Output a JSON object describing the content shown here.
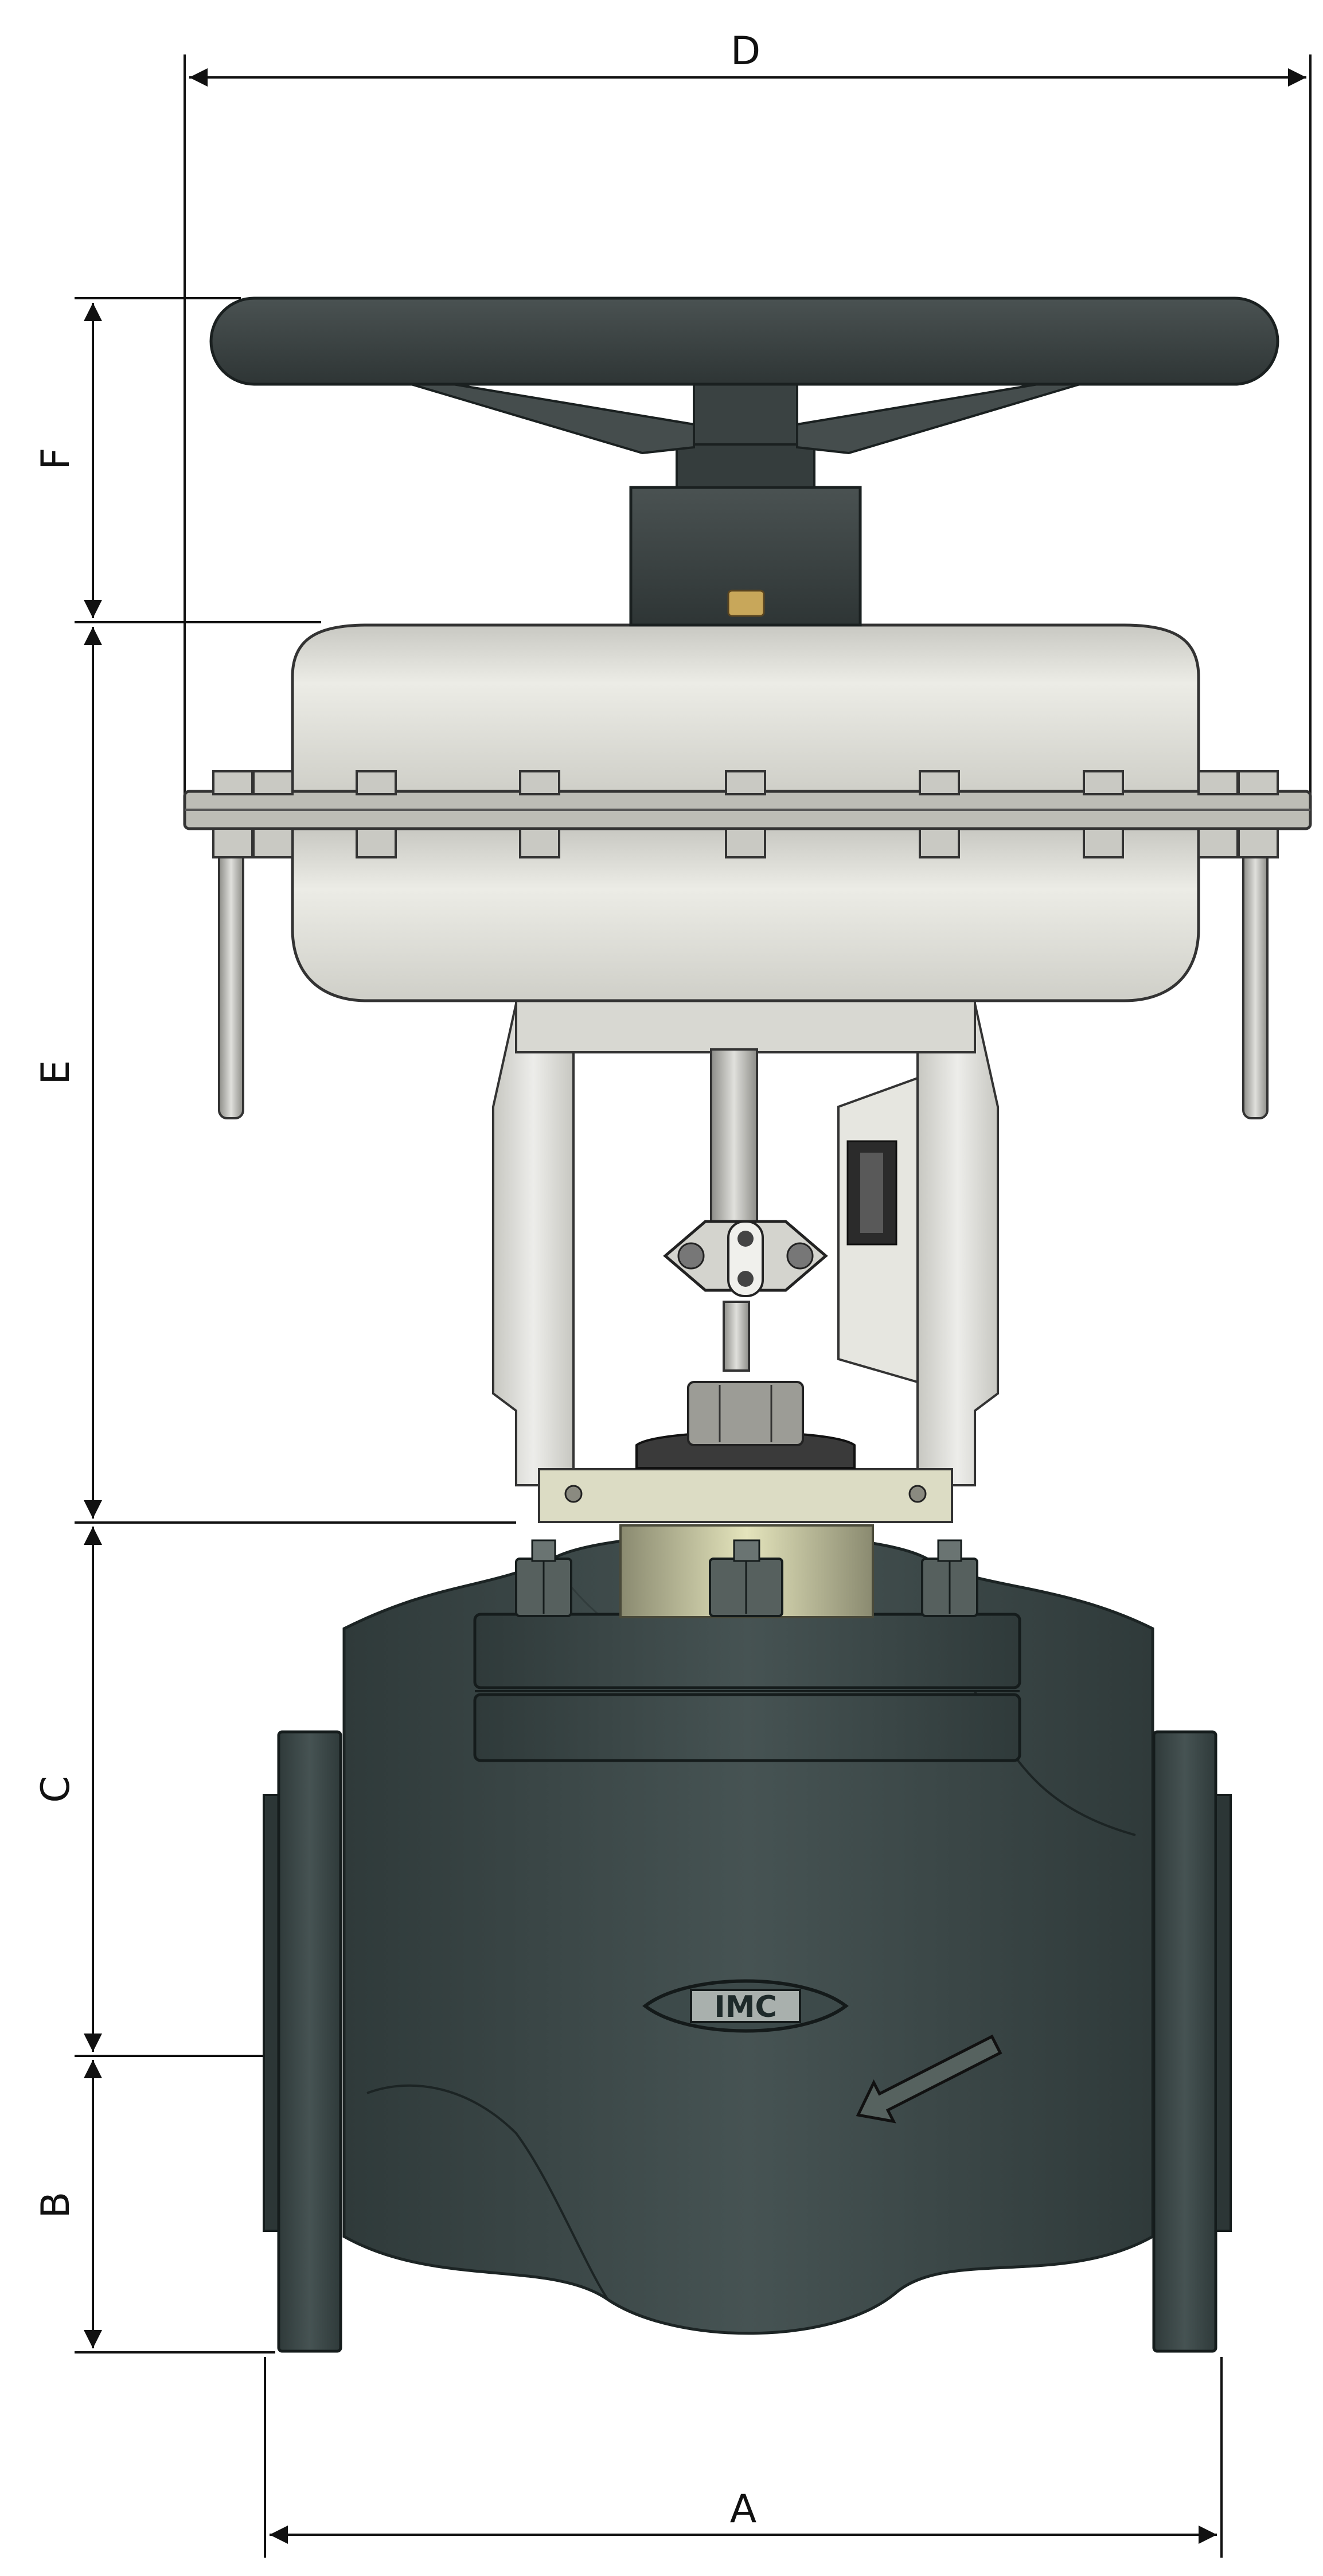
{
  "dimensions": {
    "A": "A",
    "B": "B",
    "C": "C",
    "D": "D",
    "E": "E",
    "F": "F"
  },
  "logo": "IMC",
  "colors": {
    "valve_body": "#3a4646",
    "handwheel": "#3b4343",
    "actuator": "#dcdcd6",
    "yoke": "#e2e2dc",
    "bonnet_tube": "#c9c9a4",
    "dimension_line": "#111111"
  },
  "icons": [
    "flow-arrow-icon",
    "logo-icon"
  ]
}
